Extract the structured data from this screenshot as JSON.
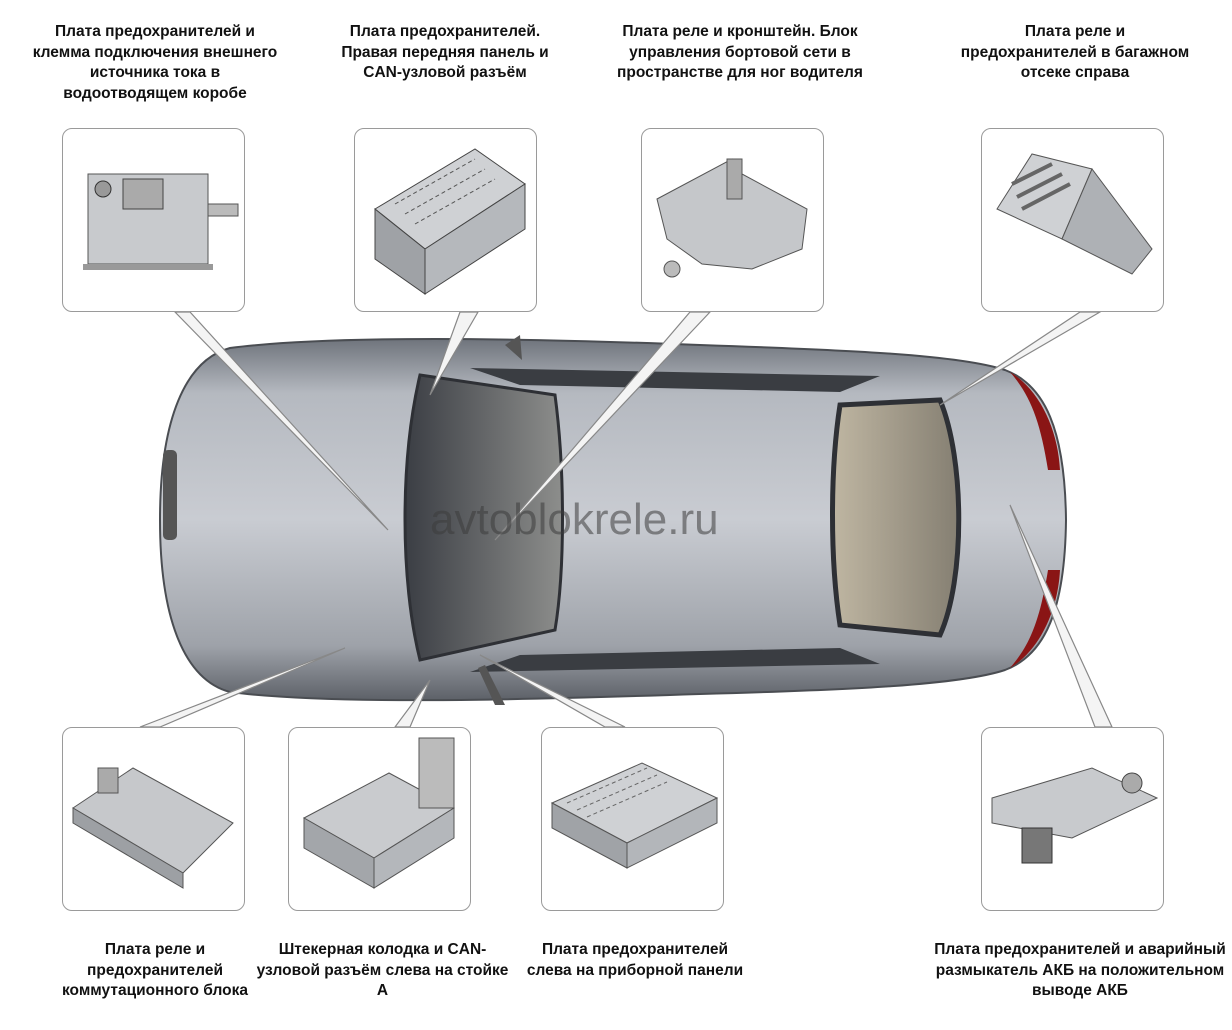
{
  "watermark": "avtoblokrele.ru",
  "callouts": [
    {
      "id": "fuse-board-water-box",
      "label": "Плата предохранителей и клемма подключения внешнего источника тока в водоотводящем коробе"
    },
    {
      "id": "fuse-board-right-dash",
      "label": "Плата предохранителей. Правая передняя панель и CAN-узловой разъём"
    },
    {
      "id": "relay-board-bracket",
      "label": "Плата реле и кронштейн. Блок управления бортовой сети в пространстве для ног водителя"
    },
    {
      "id": "relay-fuse-trunk-right",
      "label": "Плата реле и предохранителей в багажном отсеке справа"
    },
    {
      "id": "relay-fuse-switch-block",
      "label": "Плата реле и предохранителей коммутационного блока"
    },
    {
      "id": "connector-block-a-pillar",
      "label": "Штекерная колодка и CAN-узловой разъём слева на стойке А"
    },
    {
      "id": "fuse-board-left-dash",
      "label": "Плата предохранителей слева на приборной панели"
    },
    {
      "id": "fuse-board-battery",
      "label": "Плата предохранителей и аварийный размыкатель АКБ на положительном выводе АКБ"
    }
  ]
}
